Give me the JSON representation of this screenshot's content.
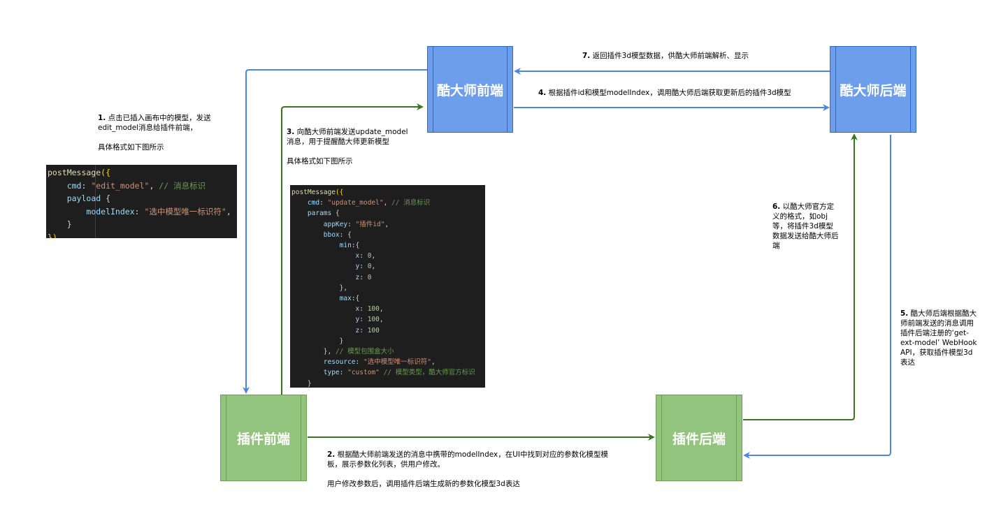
{
  "nodes": {
    "kds_front": "酷大师前端",
    "kds_back": "酷大师后端",
    "plugin_front": "插件前端",
    "plugin_back": "插件后端"
  },
  "edges": {
    "step1": {
      "num": "1.",
      "text": "点击已插入画布中的模型，发送\nedit_model消息给插件前端，\n\n具体格式如下图所示"
    },
    "step2": {
      "num": "2.",
      "text": "根据酷大师前端发送的消息中携带的modelIndex，在UI中找到对应的参数化模型模\n板，展示参数化列表，供用户修改。\n\n用户修改参数后，调用插件后端生成新的参数化模型3d表达"
    },
    "step3": {
      "num": "3.",
      "text": "向酷大师前端发送update_model\n消息，用于提醒酷大师更新模型\n\n具体格式如下图所示"
    },
    "step4": {
      "num": "4.",
      "text": "根据插件id和模型modelIndex，调用酷大师后端获取更新后的插件3d模型"
    },
    "step5": {
      "num": "5.",
      "text": "酷大师后端根据酷大\n师前端发送的消息调用\n插件后端注册的‘get-\next-model’ WebHook\nAPI，获取插件模型3d\n表达"
    },
    "step6": {
      "num": "6.",
      "text": "以酷大师官方定\n义的格式，如obj\n等，将插件3d模型\n数据发送给酷大师后\n端"
    },
    "step7": {
      "num": "7.",
      "text": "返回插件3d模型数据，供酷大师前端解析、显示"
    }
  },
  "code1": {
    "fn": "postMessage",
    "cmd_key": "cmd",
    "cmd_val": "\"edit_model\"",
    "cmd_comment": "// 消息标识",
    "payload_key": "payload",
    "model_key": "modelIndex",
    "model_val": "\"选中模型唯一标识符\""
  },
  "code2": {
    "fn": "postMessage",
    "cmd_key": "cmd",
    "cmd_val": "\"update_model\"",
    "cmd_comment": "// 消息标识",
    "params_key": "params",
    "appkey_key": "appKey",
    "appkey_val": "\"插件id\"",
    "bbox_key": "bbox",
    "min_key": "min",
    "max_key": "max",
    "x_key": "x",
    "y_key": "y",
    "z_key": "z",
    "min_x": "0",
    "min_y": "0",
    "min_z": "0",
    "max_x": "100",
    "max_y": "100",
    "max_z": "100",
    "bbox_comment": "// 模型包围盒大小",
    "resource_key": "resource",
    "resource_val": "\"选中模型唯一标识符\"",
    "type_key": "type",
    "type_val": "\"custom\"",
    "type_comment": "// 模型类型，酷大师官方标识"
  },
  "colors": {
    "blue_edge": "#4a86e8",
    "green_edge": "#38761d",
    "blue_box": "#6d9eeb",
    "green_box": "#93c47d"
  }
}
